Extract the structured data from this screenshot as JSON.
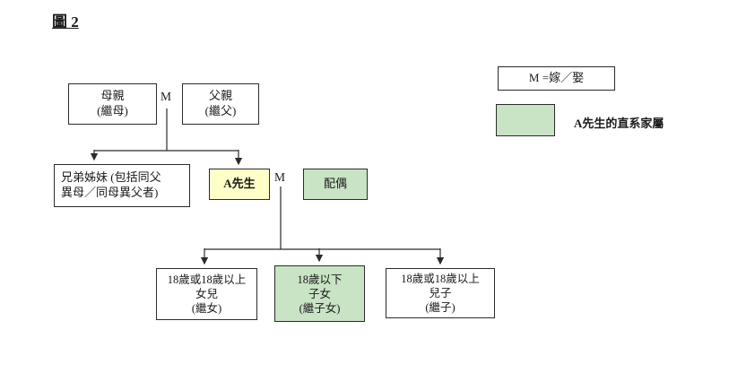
{
  "title": "圖 2",
  "diagram": {
    "m_symbol": "M",
    "mother": {
      "name": "母親",
      "alt": "(繼母)"
    },
    "father": {
      "name": "父親",
      "alt": "(繼父)"
    },
    "siblings": {
      "line1": "兄弟姊妹 (包括同父",
      "line2": "異母／同母異父者)"
    },
    "mr_a": "A先生",
    "spouse": "配偶",
    "daughter_adult": {
      "line1": "18歲或18歲以上",
      "line2": "女兒",
      "line3": "(繼女)"
    },
    "children_minor": {
      "line1": "18歲以下",
      "line2": "子女",
      "line3": "(繼子女)"
    },
    "son_adult": {
      "line1": "18歲或18歲以上",
      "line2": "兒子",
      "line3": "(繼子)"
    }
  },
  "legend": {
    "marriage": "M =嫁／娶",
    "family": "A先生的直系家屬"
  },
  "colors": {
    "yellow": "#FFFFC8",
    "green": "#C9E3C5",
    "line": "#2b2b2b"
  }
}
